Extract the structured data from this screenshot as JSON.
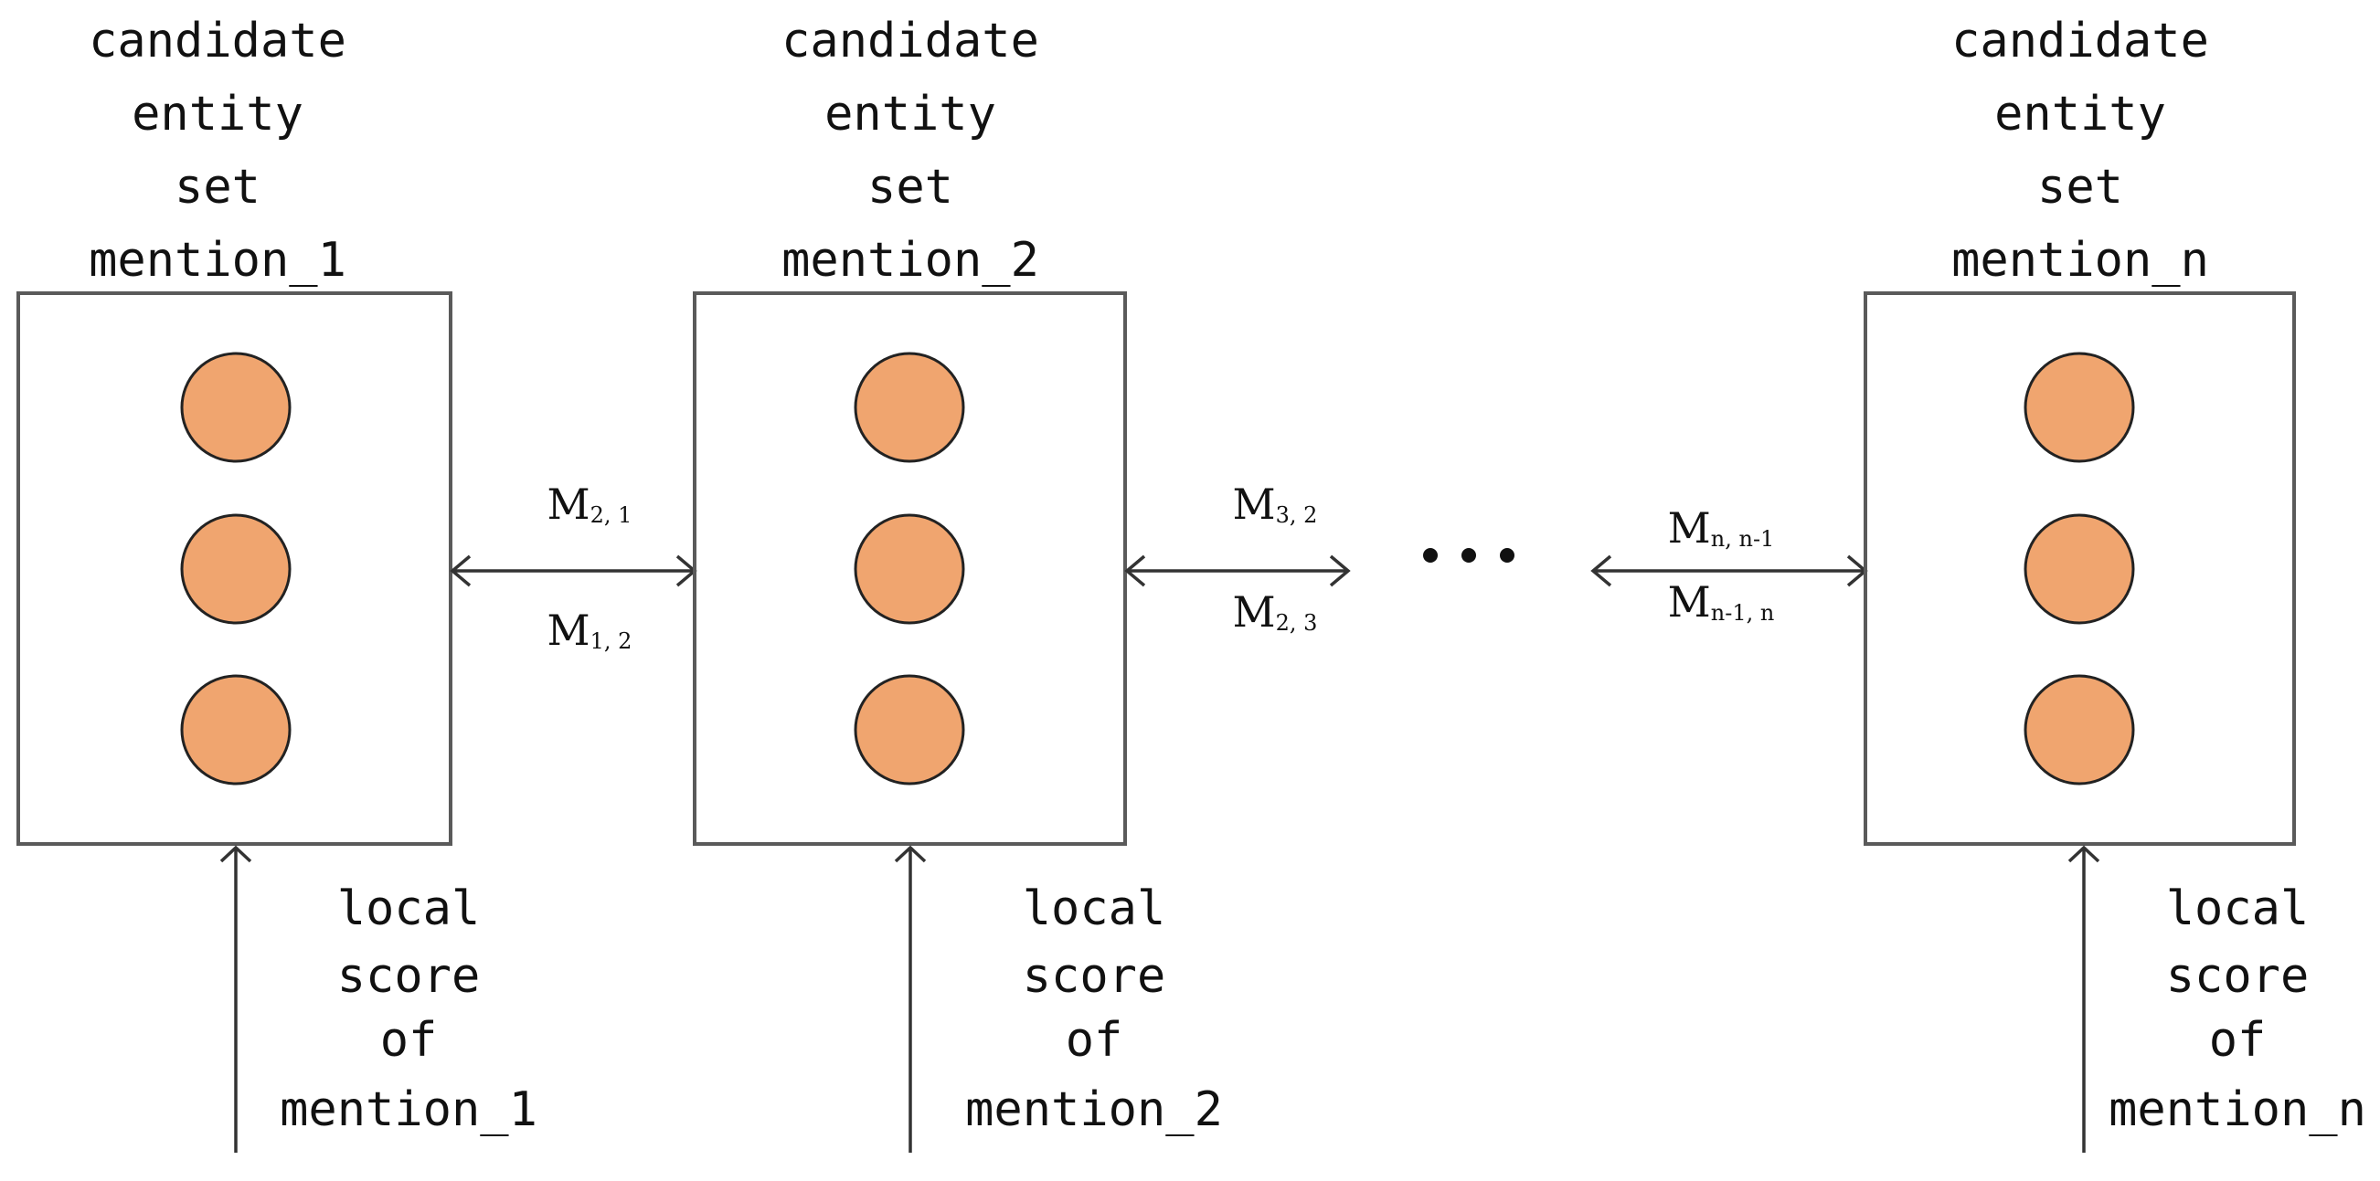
{
  "colors": {
    "node_fill": "#F0A56F",
    "node_stroke": "#222222",
    "box_stroke": "#5A5A5A",
    "line": "#333333"
  },
  "mentions": [
    {
      "title_lines": [
        "candidate",
        "entity",
        "set",
        "mention_1"
      ],
      "score_lines": [
        "local",
        "score",
        "of",
        "mention_1"
      ]
    },
    {
      "title_lines": [
        "candidate",
        "entity",
        "set",
        "mention_2"
      ],
      "score_lines": [
        "local",
        "score",
        "of",
        "mention_2"
      ]
    },
    {
      "title_lines": [
        "candidate",
        "entity",
        "set",
        "mention_n"
      ],
      "score_lines": [
        "local",
        "score",
        "of",
        "mention_n"
      ]
    }
  ],
  "links": [
    {
      "top": {
        "base": "M",
        "sub": "2, 1"
      },
      "bottom": {
        "base": "M",
        "sub": "1, 2"
      }
    },
    {
      "top": {
        "base": "M",
        "sub": "3, 2"
      },
      "bottom": {
        "base": "M",
        "sub": "2, 3"
      }
    },
    {
      "top": {
        "base": "M",
        "sub": "n, n-1"
      },
      "bottom": {
        "base": "M",
        "sub": "n-1, n"
      }
    }
  ],
  "ellipsis": "•••"
}
